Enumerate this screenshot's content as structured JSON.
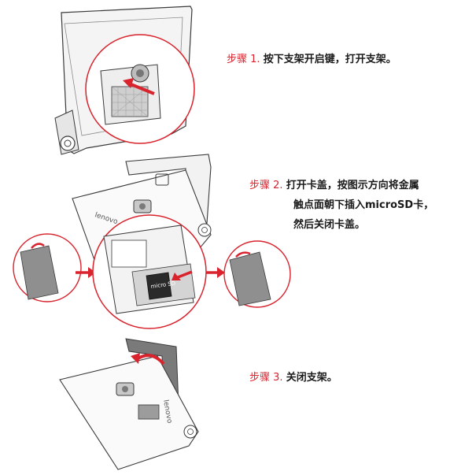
{
  "steps": [
    {
      "label": "步骤",
      "number": "1.",
      "text": "按下支架开启键，打开支架。"
    },
    {
      "label": "步骤",
      "number": "2.",
      "text": "打开卡盖，按图示方向将金属",
      "continuation": [
        "触点面朝下插入microSD卡，",
        "然后关闭卡盖。"
      ]
    },
    {
      "label": "步骤",
      "number": "3.",
      "text": "关闭支架。"
    }
  ],
  "illustrations": {
    "brand_text": "lenovo",
    "card_text": "micro SD"
  },
  "colors": {
    "accent": "#d9232d",
    "line": "#3a3a3a",
    "fill": "#dcdcdc"
  }
}
